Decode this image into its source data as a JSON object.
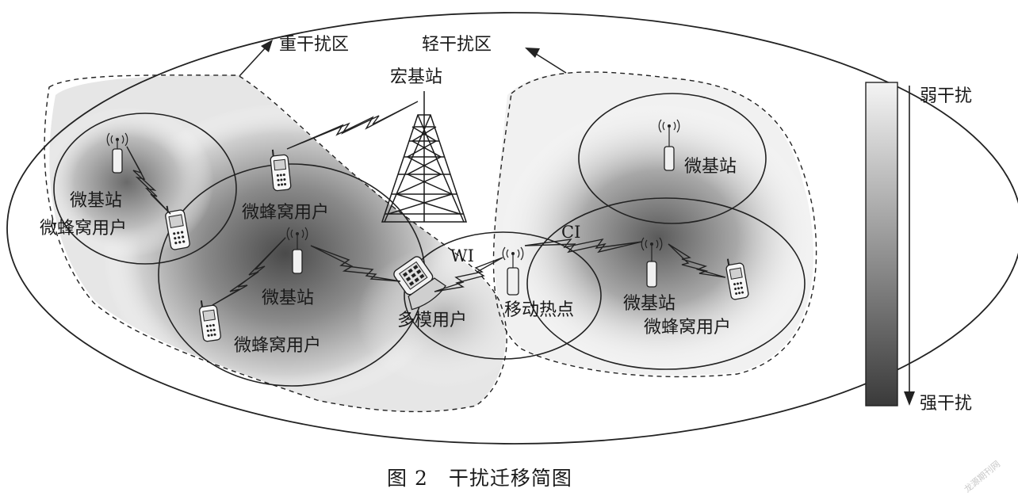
{
  "labels": {
    "heavy_zone": "重干扰区",
    "light_zone": "轻干扰区",
    "macro_bs": "宏基站",
    "pico_bs_tl": "微基站",
    "pico_user_tl": "微蜂窝用户",
    "pico_user_top": "微蜂窝用户",
    "pico_bs_center": "微基站",
    "pico_user_bottom": "微蜂窝用户",
    "multi_mode_user": "多模用户",
    "wi": "WI",
    "mobile_hotspot": "移动热点",
    "ci": "CI",
    "pico_bs_tr": "微基站",
    "pico_bs_br": "微基站",
    "pico_user_br": "微蜂窝用户"
  },
  "legend": {
    "weak": "弱干扰",
    "strong": "强干扰",
    "colors": {
      "weak": "#f4f4f4",
      "strong": "#3a3a3a"
    }
  },
  "caption": "图 2　干扰迁移简图",
  "watermark": "龙源期刊网"
}
